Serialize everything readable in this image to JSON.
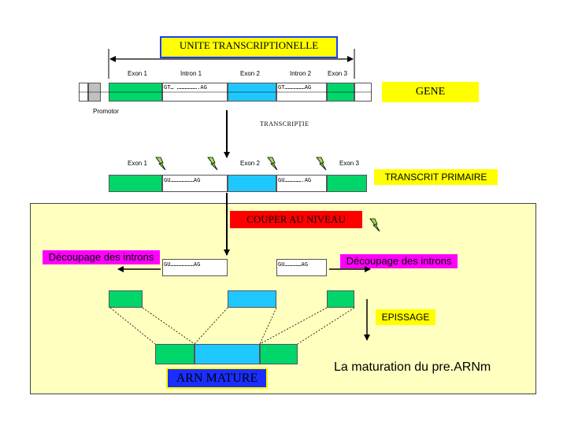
{
  "title": "UNITE TRANSCRIPTIONELLE",
  "gene_label": "GENE",
  "promoter_label": "Promotor",
  "transcription_label": "TRANSCRIPȚIE",
  "primary_transcript_label": "TRANSCRIT PRIMAIRE",
  "cut_label": "COUPER AU NIVEAU",
  "splicing_left": "Découpage des introns",
  "splicing_right": "Découpage des introns",
  "epissage_label": "EPISSAGE",
  "mature_label": "ARN MATURE",
  "caption": "La maturation du pre.ARNm",
  "gene_row": {
    "labels": [
      "Exon 1",
      "Intron 1",
      "Exon 2",
      "Intron 2",
      "Exon 3"
    ],
    "intron1_seq": "GT… ……………….AG",
    "intron2_seq": "GT………………AG"
  },
  "transcript_row": {
    "labels": [
      "Exon 1",
      "Exon 2",
      "Exon 3"
    ],
    "intron1_seq": "GU…………………AG",
    "intron2_seq": "GU…………….AG"
  },
  "excised_row": {
    "intron1_seq": "GU…………………AG",
    "intron2_seq": "GU……………AG"
  },
  "colors": {
    "exon": "#00d66a",
    "exon2": "#1ec8ff",
    "highlight_yellow": "#ffff00",
    "cut_red": "#ff0000",
    "splice_magenta": "#ff00ff",
    "mature_blue": "#1a2fff",
    "area_yellow": "#ffffc0"
  }
}
